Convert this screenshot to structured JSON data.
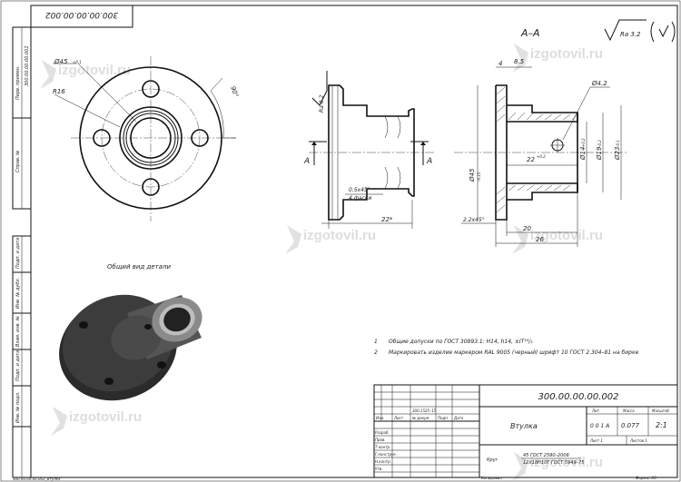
{
  "top_stamp": "300.00.00.00.002",
  "side_code": "300.00.00.00.002",
  "left_column": {
    "perv_primen": "Перв. примен.",
    "sprav_no": "Справ. №",
    "podp_data_1": "Подп. и дата",
    "inv_dubl": "Инв. № дубл.",
    "vzam_inv": "Взам. инв. №",
    "podp_data_2": "Подп. и дата",
    "inv_podl": "Инв. № подл."
  },
  "roughness": "Ra 3.2",
  "roughness_face": "Ra 0.2",
  "section_title": "А–А",
  "section_marker": "А",
  "front_view_dims": {
    "bolt_circle": "Ø45",
    "bolt_circle_tol": "±0.1",
    "radius": "R16",
    "angle": "90°"
  },
  "side_view_dims": {
    "chamfer": "0.5х45°",
    "chamfer_note": "4 фаски",
    "length": "22*"
  },
  "section_dims": {
    "d_4": "4",
    "d_85": "8.5",
    "hole": "Ø4.2",
    "d_14": "Ø14",
    "d_14_tol": "+0.2",
    "d_19": "Ø19",
    "d_19_tol": "-0.2",
    "d_23": "Ø23",
    "d_23_tol": "-0.1",
    "d_45": "Ø45",
    "d_45_tol": "-0.15",
    "depth_22": "22",
    "depth_22_tol": "+0.2",
    "chamfer": "2.2х45°",
    "len_20": "20",
    "len_26": "26"
  },
  "general_view_label": "Общий вид детали",
  "notes": [
    {
      "num": "1",
      "text": "Общие допуски по ГОСТ 30893.1: H14, h14, ±IT¹⁴/₂"
    },
    {
      "num": "2",
      "text": "Маркировать изделие маркером RAL 9005 (черный) шрифт 10 ГОСТ 2.304–81 на бирке"
    }
  ],
  "title_block": {
    "doc_number": "300.00.00.00.002",
    "part_name": "Втулка",
    "lit_label": "Лит.",
    "mass_label": "Масса",
    "scale_label": "Масштаб",
    "lit_value": "0 0 1 А",
    "mass_value": "0.077",
    "scale_value": "2:1",
    "sheet_label": "Лист 1",
    "sheets_label": "Листов 1",
    "izm": "Изм.",
    "list": "Лист",
    "doc_no": "№ докум.",
    "podp": "Подп.",
    "data": "Дата",
    "notif": "300.1525–15",
    "razrab": "Разраб.",
    "prov": "Пров.",
    "t_kontr": "Т.контр.",
    "n_kontr": "Н.контр.",
    "utv": "Утв.",
    "g_kontr": "Г.конструк.",
    "material_1": "Круг",
    "material_2": "45 ГОСТ 2590–2006",
    "material_3": "12Х18Н10Т ГОСТ 5949–75",
    "kopiroval": "Копировал",
    "format": "Формат А3"
  },
  "bottom_left_code": "300.00.00.00.002_Втулка",
  "watermark": "izgotovil.ru"
}
